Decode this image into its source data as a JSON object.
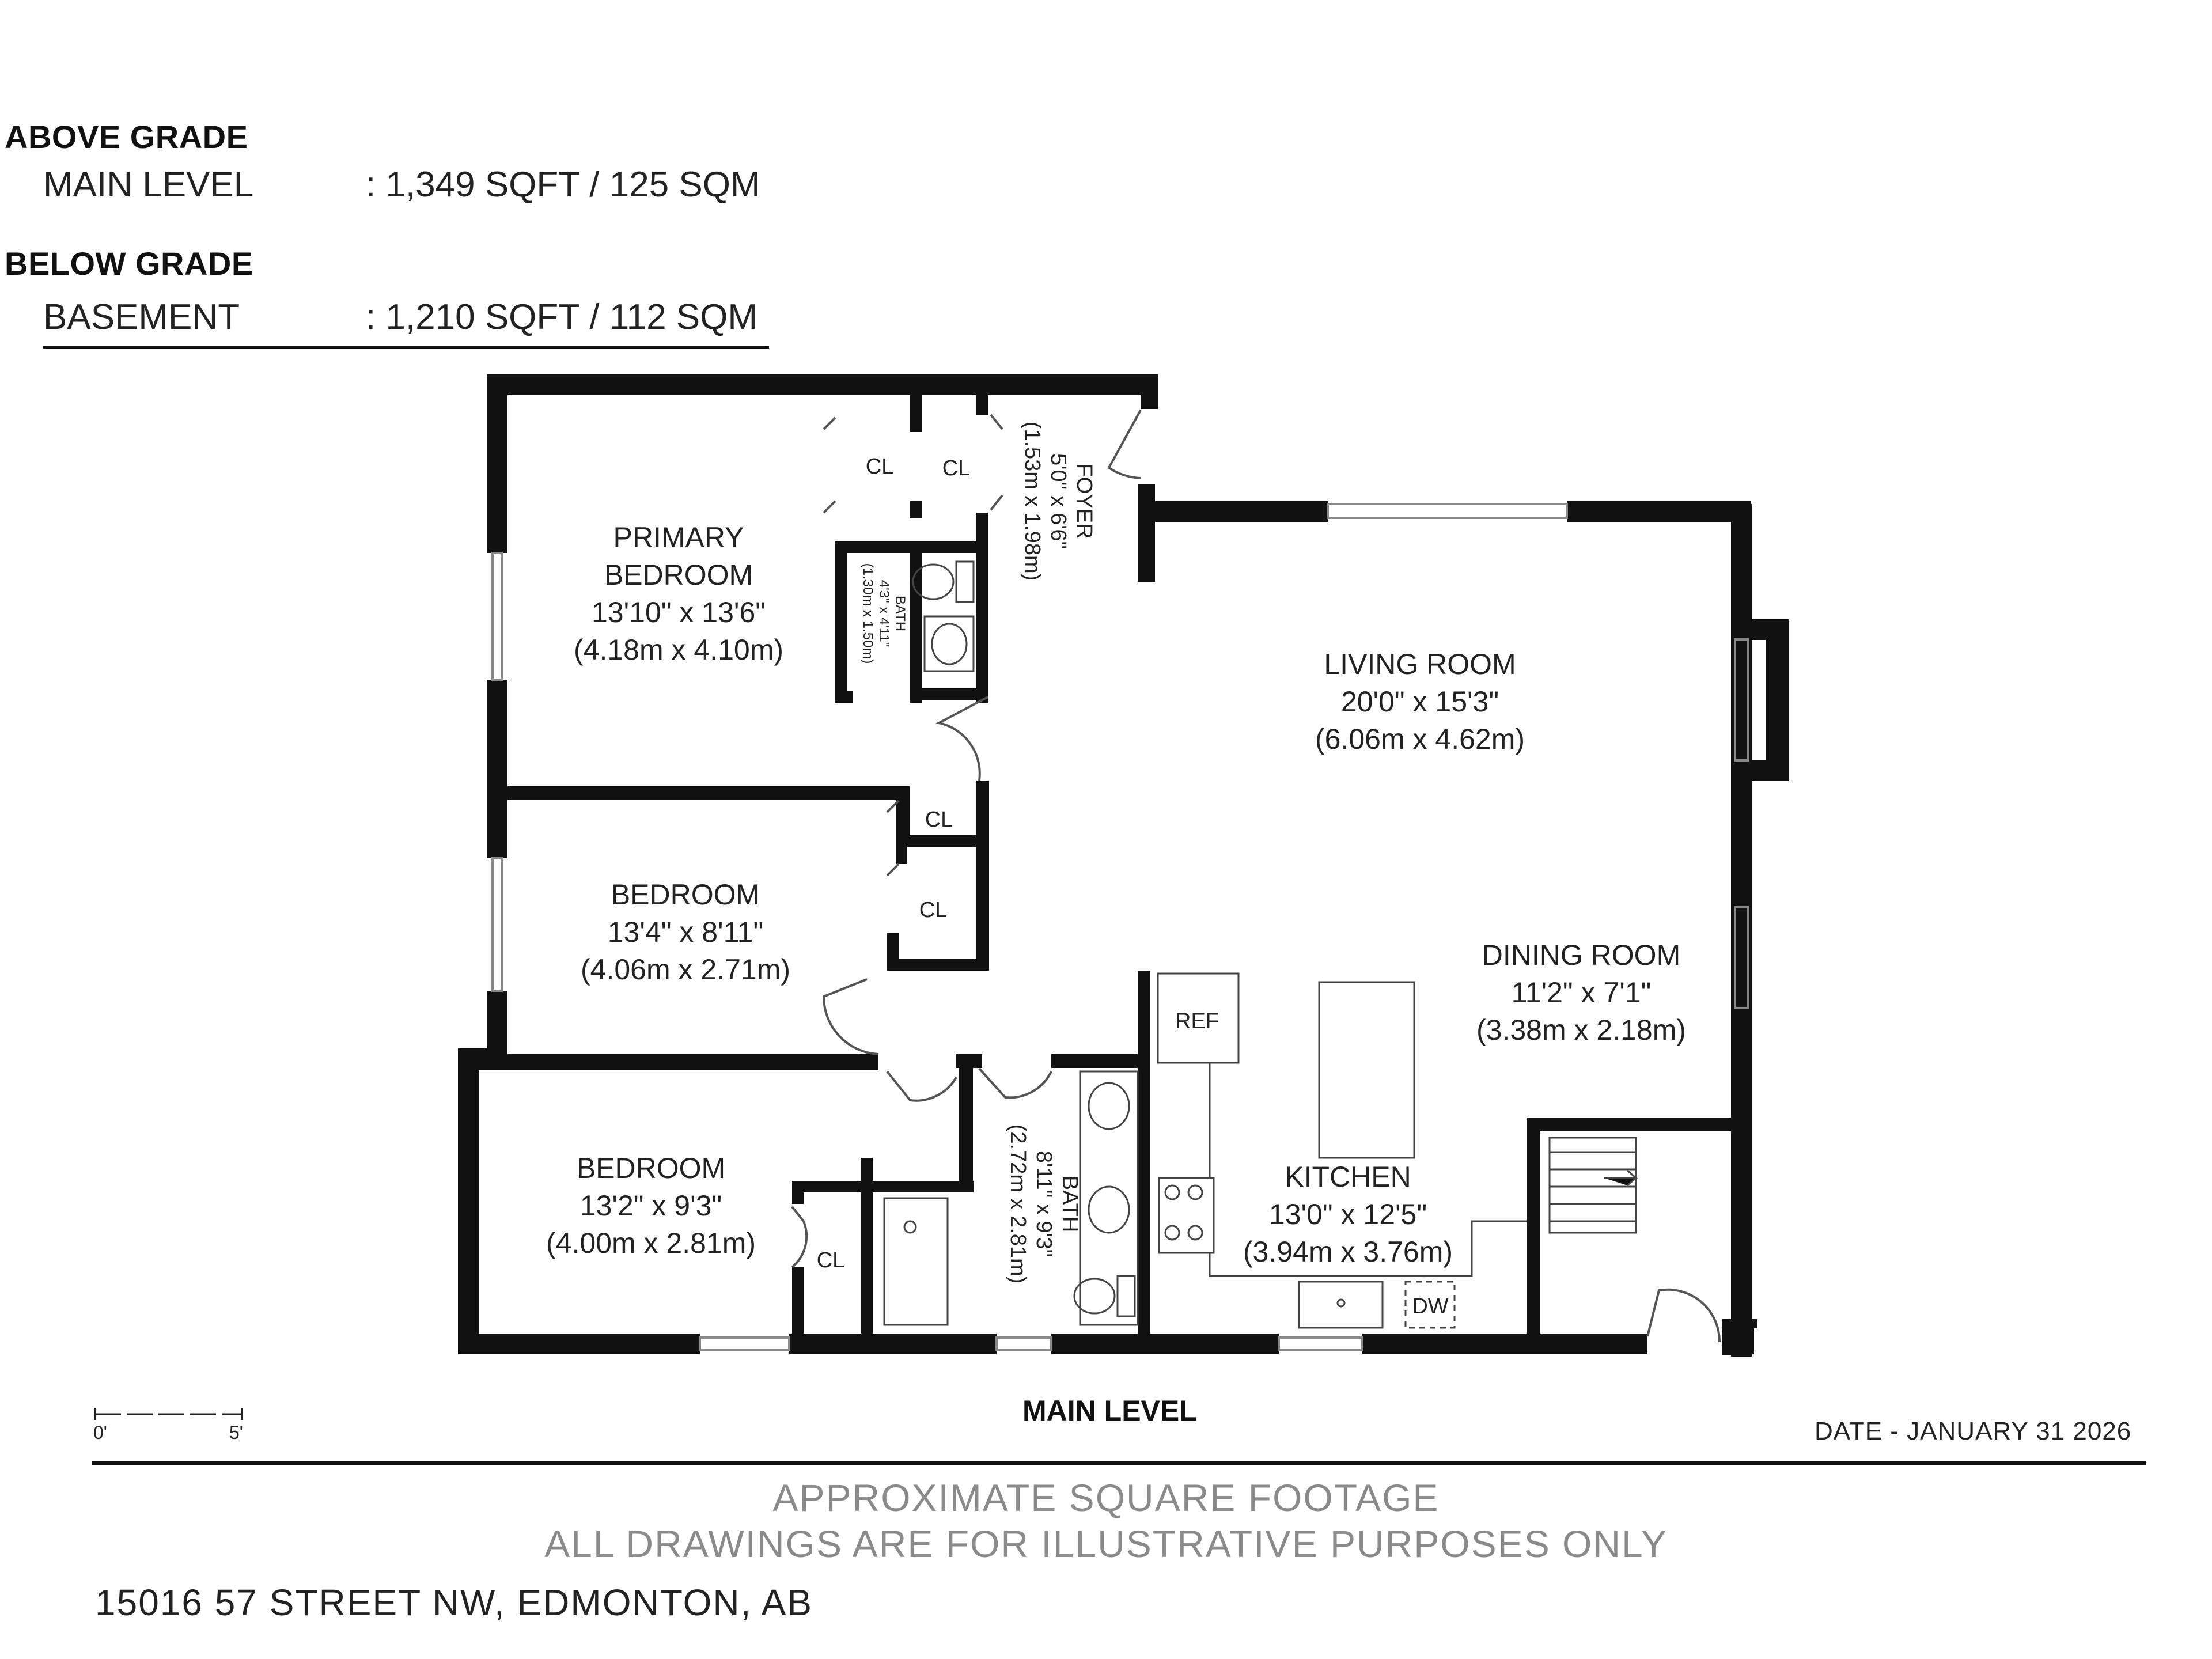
{
  "areas": {
    "above_grade_heading": "ABOVE GRADE",
    "main_level_label": "MAIN LEVEL",
    "main_level_value": ": 1,349 SQFT / 125 SQM",
    "below_grade_heading": "BELOW GRADE",
    "basement_label": "BASEMENT",
    "basement_value": ": 1,210 SQFT / 112 SQM"
  },
  "rooms": {
    "primary_bedroom": {
      "name_line1": "PRIMARY",
      "name_line2": "BEDROOM",
      "dims_imperial": "13'10\" x 13'6\"",
      "dims_metric": "(4.18m x 4.10m)"
    },
    "bedroom_2": {
      "name": "BEDROOM",
      "dims_imperial": "13'4\" x 8'11\"",
      "dims_metric": "(4.06m x 2.71m)"
    },
    "bedroom_3": {
      "name": "BEDROOM",
      "dims_imperial": "13'2\" x 9'3\"",
      "dims_metric": "(4.00m x 2.81m)"
    },
    "living_room": {
      "name": "LIVING ROOM",
      "dims_imperial": "20'0\" x 15'3\"",
      "dims_metric": "(6.06m x 4.62m)"
    },
    "dining_room": {
      "name": "DINING ROOM",
      "dims_imperial": "11'2\" x 7'1\"",
      "dims_metric": "(3.38m x 2.18m)"
    },
    "kitchen": {
      "name": "KITCHEN",
      "dims_imperial": "13'0\" x 12'5\"",
      "dims_metric": "(3.94m x 3.76m)"
    },
    "foyer": {
      "name": "FOYER",
      "dims_imperial": "5'0\" x 6'6\"",
      "dims_metric": "(1.53m x 1.98m)"
    },
    "ensuite_bath": {
      "name": "BATH",
      "dims_imperial": "4'3\" x 4'11\"",
      "dims_metric": "(1.30m x 1.50m)"
    },
    "main_bath": {
      "name": "BATH",
      "dims_imperial": "8'11\" x 9'3\"",
      "dims_metric": "(2.72m x 2.81m)"
    }
  },
  "labels": {
    "closet": "CL",
    "ref": "REF",
    "dw": "DW"
  },
  "scale": {
    "start": "0'",
    "end": "5'"
  },
  "level_title": "MAIN LEVEL",
  "date": "DATE - JANUARY 31 2026",
  "disclaimer": {
    "line1": "APPROXIMATE SQUARE FOOTAGE",
    "line2": "ALL DRAWINGS ARE FOR ILLUSTRATIVE PURPOSES ONLY"
  },
  "address": "15016 57 STREET NW, EDMONTON, AB"
}
